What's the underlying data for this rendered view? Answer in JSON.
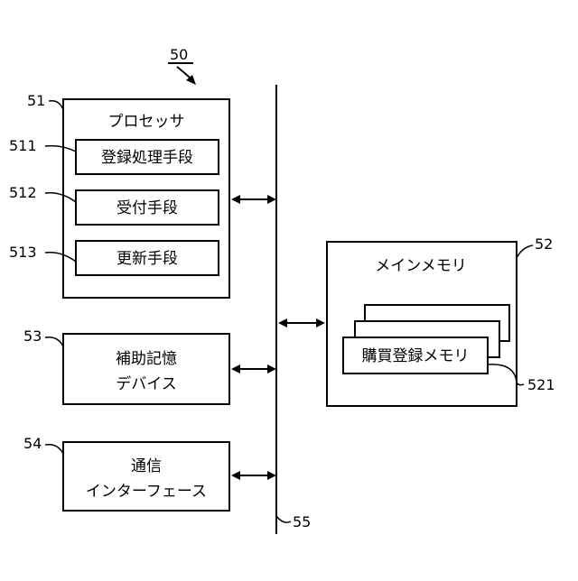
{
  "diagram": {
    "system": {
      "ref": "50"
    },
    "processor": {
      "ref": "51",
      "title": "プロセッサ",
      "units": [
        {
          "ref": "511",
          "label": "登録処理手段"
        },
        {
          "ref": "512",
          "label": "受付手段"
        },
        {
          "ref": "513",
          "label": "更新手段"
        }
      ]
    },
    "aux_storage": {
      "ref": "53",
      "line1": "補助記憶",
      "line2": "デバイス"
    },
    "comm_interface": {
      "ref": "54",
      "line1": "通信",
      "line2": "インターフェース"
    },
    "bus": {
      "ref": "55"
    },
    "main_memory": {
      "ref": "52",
      "title": "メインメモリ",
      "purchase_memory": {
        "ref": "521",
        "label": "購買登録メモリ"
      }
    }
  }
}
